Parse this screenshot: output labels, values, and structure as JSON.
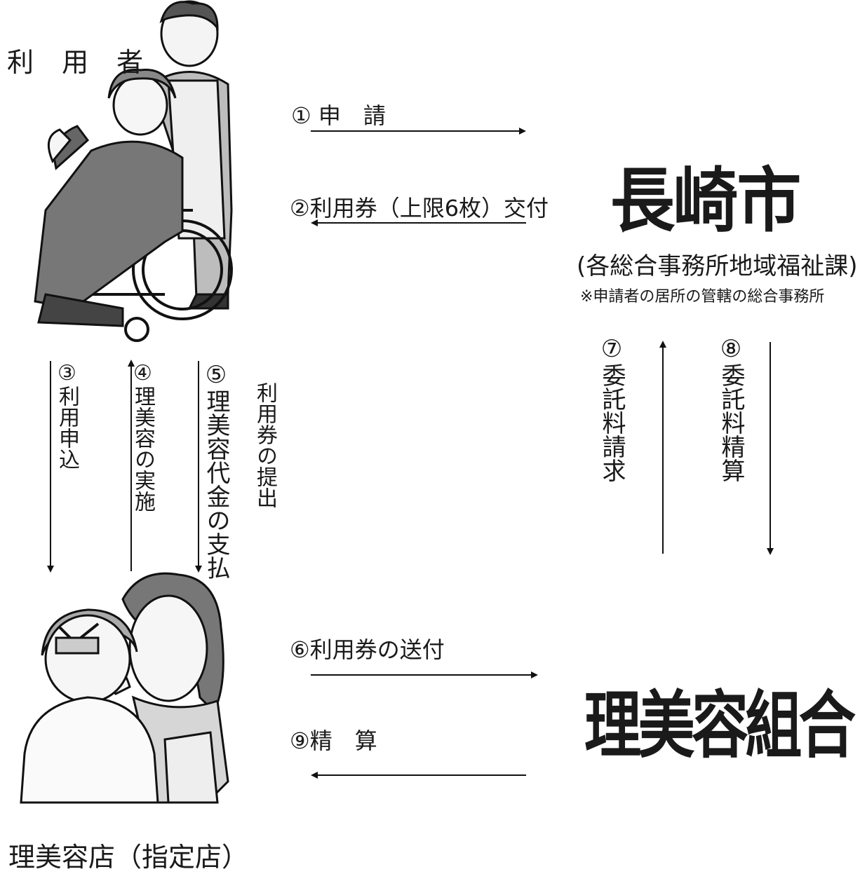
{
  "actors": {
    "user": "利 用 者",
    "city": "長崎市",
    "city_dept": "(各総合事務所地域福祉課)",
    "city_note": "※申請者の居所の管轄の総合事務所",
    "barber_union": "理美容組合",
    "barber_shop": "理美容店（指定店）"
  },
  "steps": {
    "s1": "① 申　請",
    "s2": "②利用券（上限6枚）交付",
    "s3": "③利用申込",
    "s4": "④理美容の実施",
    "s5": "⑤理美容代金の支払",
    "s5_note": "利用券の提出",
    "s6": "⑥利用券の送付",
    "s7": "⑦委託料請求",
    "s8": "⑧委託料精算",
    "s9": "⑨精　算"
  },
  "illustrations": {
    "user_image": "wheelchair-user-with-caregiver-illustration",
    "shop_image": "hairdresser-cutting-hair-illustration"
  }
}
